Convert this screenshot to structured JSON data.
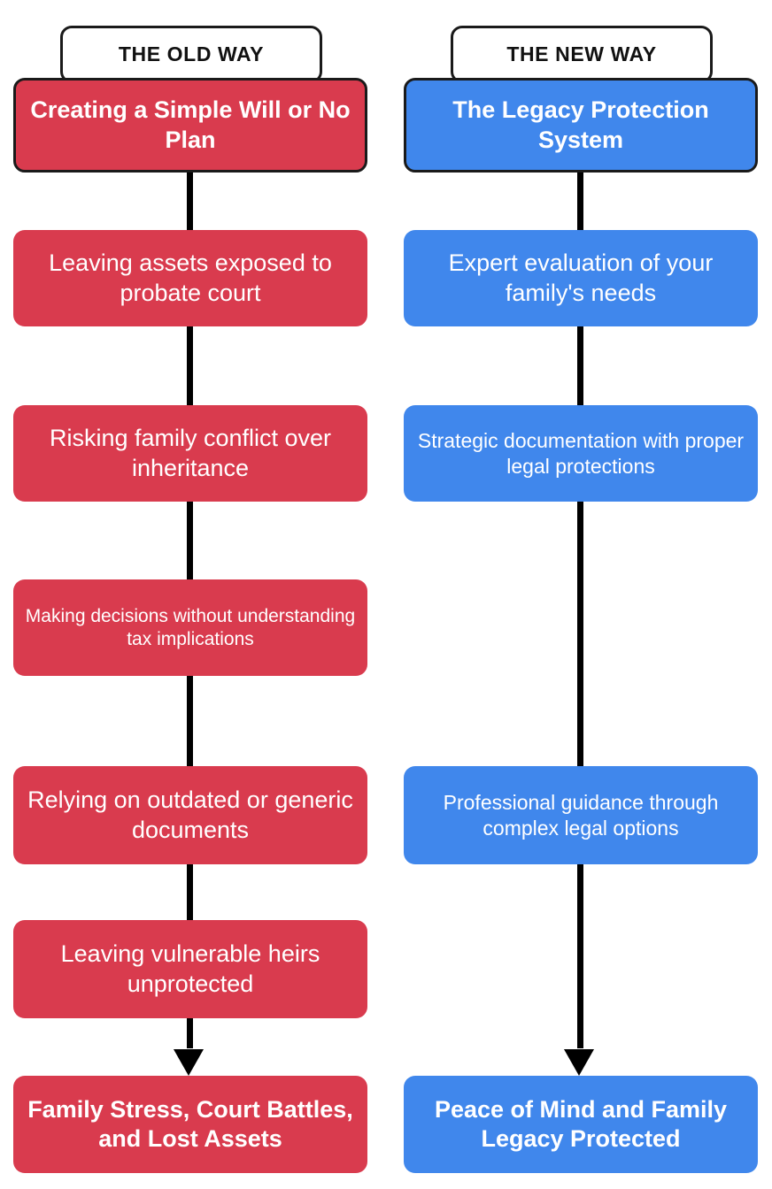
{
  "diagram": {
    "type": "two-column-comparison-flowchart",
    "colors": {
      "old_way": "#d93b4e",
      "new_way": "#4087ec",
      "connector": "#000000",
      "header_background": "#ffffff",
      "header_border": "#1a1a1a",
      "node_text": "#ffffff",
      "page_background": "#ffffff"
    },
    "columns": [
      {
        "id": "old-way",
        "header": "THE OLD WAY",
        "accent": "#d93b4e",
        "nodes": [
          {
            "row": 1,
            "text": "Creating a Simple Will or No Plan"
          },
          {
            "row": 2,
            "text": "Leaving assets exposed to probate court"
          },
          {
            "row": 3,
            "text": "Risking family conflict over inheritance"
          },
          {
            "row": 4,
            "text": "Making decisions without understanding tax implications"
          },
          {
            "row": 5,
            "text": "Relying on outdated or generic documents"
          },
          {
            "row": 6,
            "text": "Leaving vulnerable heirs unprotected"
          },
          {
            "row": 7,
            "text": "Family Stress, Court Battles, and Lost Assets"
          }
        ]
      },
      {
        "id": "new-way",
        "header": "THE NEW WAY",
        "accent": "#4087ec",
        "nodes": [
          {
            "row": 1,
            "text": "The Legacy Protection System"
          },
          {
            "row": 2,
            "text": "Expert evaluation of your family's needs"
          },
          {
            "row": 3,
            "text": "Strategic documentation with proper legal protections"
          },
          {
            "row": 4,
            "text": ""
          },
          {
            "row": 5,
            "text": "Professional guidance through complex legal options"
          },
          {
            "row": 6,
            "text": ""
          },
          {
            "row": 7,
            "text": "Peace of Mind and Family Legacy Protected"
          }
        ]
      }
    ]
  }
}
